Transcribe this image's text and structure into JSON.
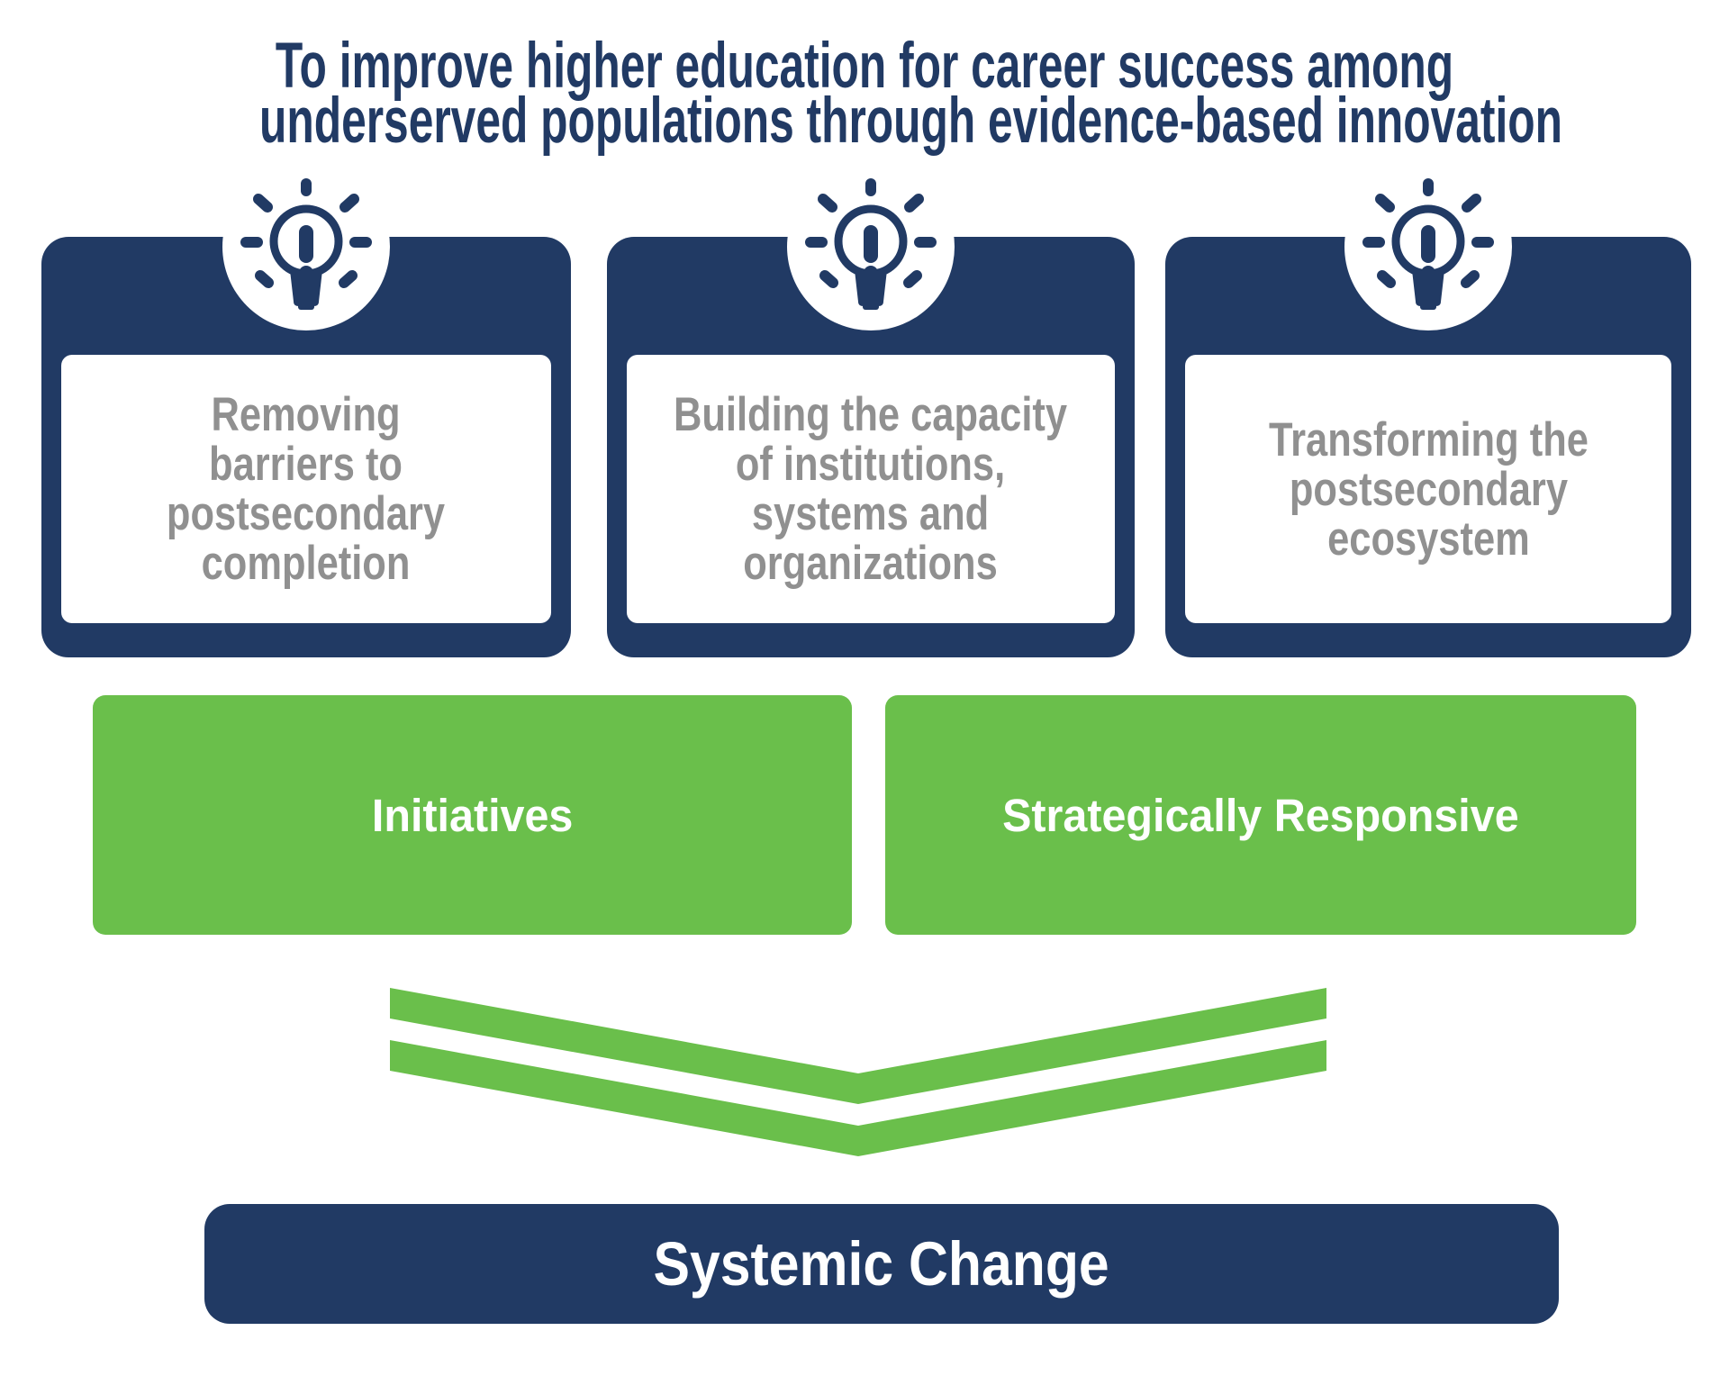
{
  "title": {
    "line1": "To improve higher education for career success among",
    "line2": "underserved populations through evidence-based innovation"
  },
  "pillars": [
    {
      "icon": "lightbulb-icon",
      "lines": [
        "Removing",
        "barriers to",
        "postsecondary",
        "completion"
      ]
    },
    {
      "icon": "lightbulb-icon",
      "lines": [
        "Building the capacity",
        "of institutions,",
        "systems and",
        "organizations"
      ]
    },
    {
      "icon": "lightbulb-icon",
      "lines": [
        "Transforming the",
        "postsecondary",
        "ecosystem"
      ]
    }
  ],
  "bands": [
    {
      "label": "Initiatives"
    },
    {
      "label": "Strategically Responsive"
    }
  ],
  "arrow": {
    "icon": "double-chevron-down-icon"
  },
  "outcome": {
    "label": "Systemic Change"
  },
  "colors": {
    "navy": "#213a64",
    "green": "#6abf4b",
    "gray": "#909090",
    "background": "#ffffff"
  }
}
